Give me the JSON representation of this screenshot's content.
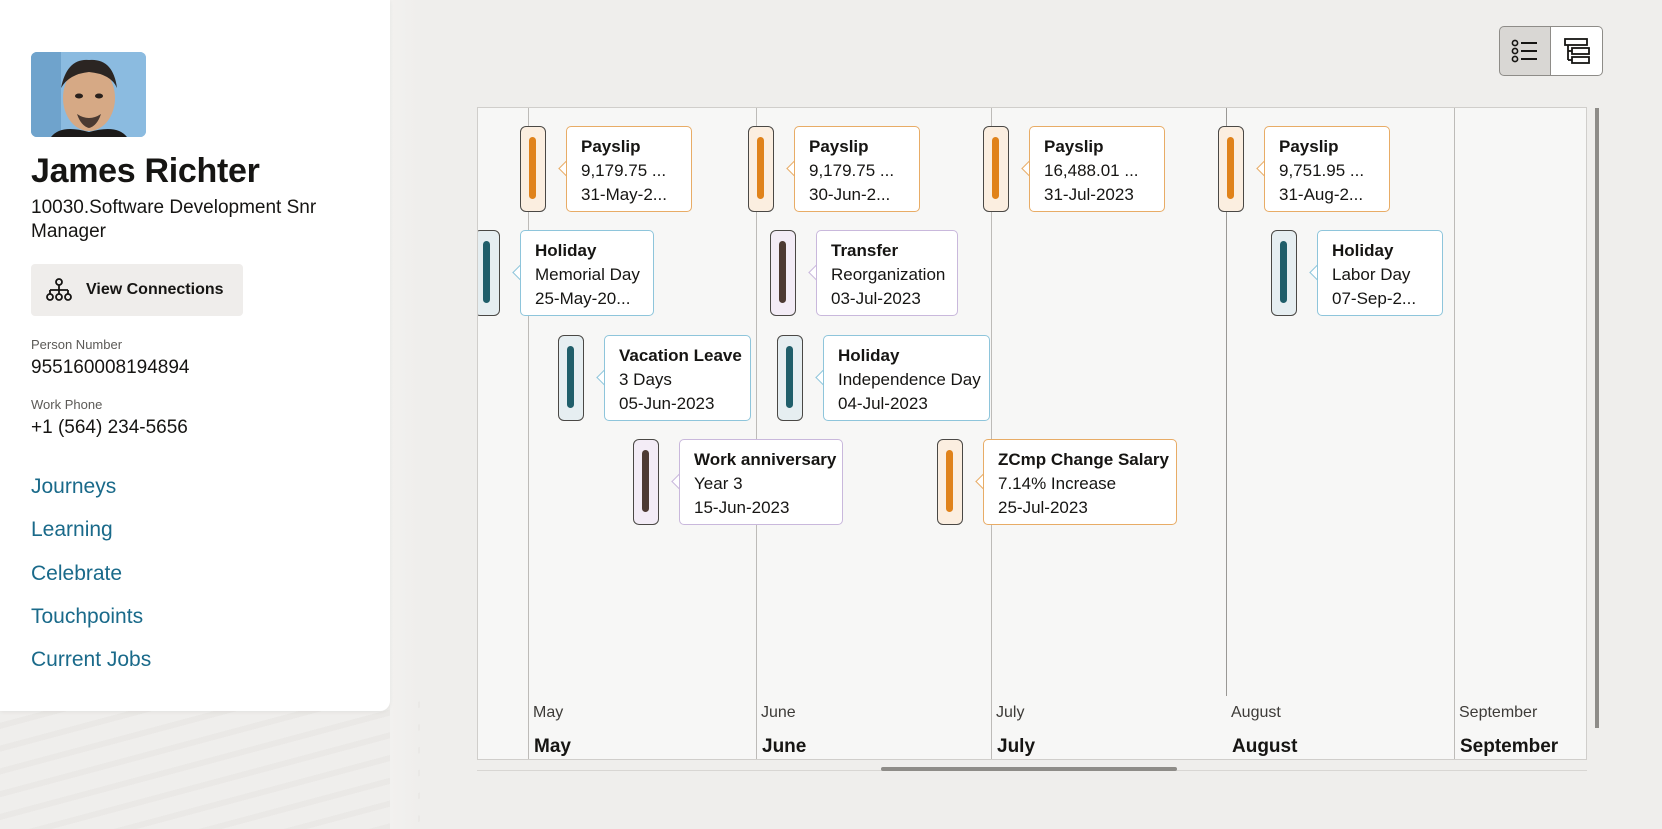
{
  "profile": {
    "name": "James Richter",
    "job": "10030.Software Development Snr Manager",
    "connections_label": "View Connections",
    "person_number_label": "Person Number",
    "person_number": "955160008194894",
    "work_phone_label": "Work Phone",
    "work_phone": "+1 (564) 234-5656"
  },
  "nav": [
    "Journeys",
    "Learning",
    "Celebrate",
    "Touchpoints",
    "Current Jobs"
  ],
  "toolbar": {
    "list_view": "list-view-icon",
    "hierarchy_view": "hierarchy-view-icon",
    "active": "list-view"
  },
  "timeline": {
    "months_small": [
      "May",
      "June",
      "July",
      "August",
      "September"
    ],
    "months_big": [
      "May",
      "June",
      "July",
      "August",
      "September"
    ],
    "events": [
      {
        "title": "Payslip",
        "line2": "9,179.75 ...",
        "line3": "31-May-2...",
        "color": "orange"
      },
      {
        "title": "Payslip",
        "line2": "9,179.75 ...",
        "line3": "30-Jun-2...",
        "color": "orange"
      },
      {
        "title": "Payslip",
        "line2": "16,488.01 ...",
        "line3": "31-Jul-2023",
        "color": "orange"
      },
      {
        "title": "Payslip",
        "line2": "9,751.95 ...",
        "line3": "31-Aug-2...",
        "color": "orange"
      },
      {
        "title": "Holiday",
        "line2": "Memorial Day",
        "line3": "25-May-20...",
        "color": "teal"
      },
      {
        "title": "Transfer",
        "line2": "Reorganization",
        "line3": "03-Jul-2023",
        "color": "brown"
      },
      {
        "title": "Holiday",
        "line2": "Labor Day",
        "line3": "07-Sep-2...",
        "color": "teal"
      },
      {
        "title": "Vacation Leave",
        "line2": "3 Days",
        "line3": "05-Jun-2023",
        "color": "teal"
      },
      {
        "title": "Holiday",
        "line2": "Independence Day",
        "line3": "04-Jul-2023",
        "color": "teal"
      },
      {
        "title": "Work anniversary",
        "line2": "Year 3",
        "line3": "15-Jun-2023",
        "color": "brown"
      },
      {
        "title": "ZCmp Change Salary",
        "line2": "7.14% Increase",
        "line3": "25-Jul-2023",
        "color": "orange"
      }
    ]
  },
  "colors": {
    "link": "#1a6a8a",
    "orange": "#e0821a",
    "teal": "#1f5e6a",
    "brown": "#4d3a33"
  }
}
